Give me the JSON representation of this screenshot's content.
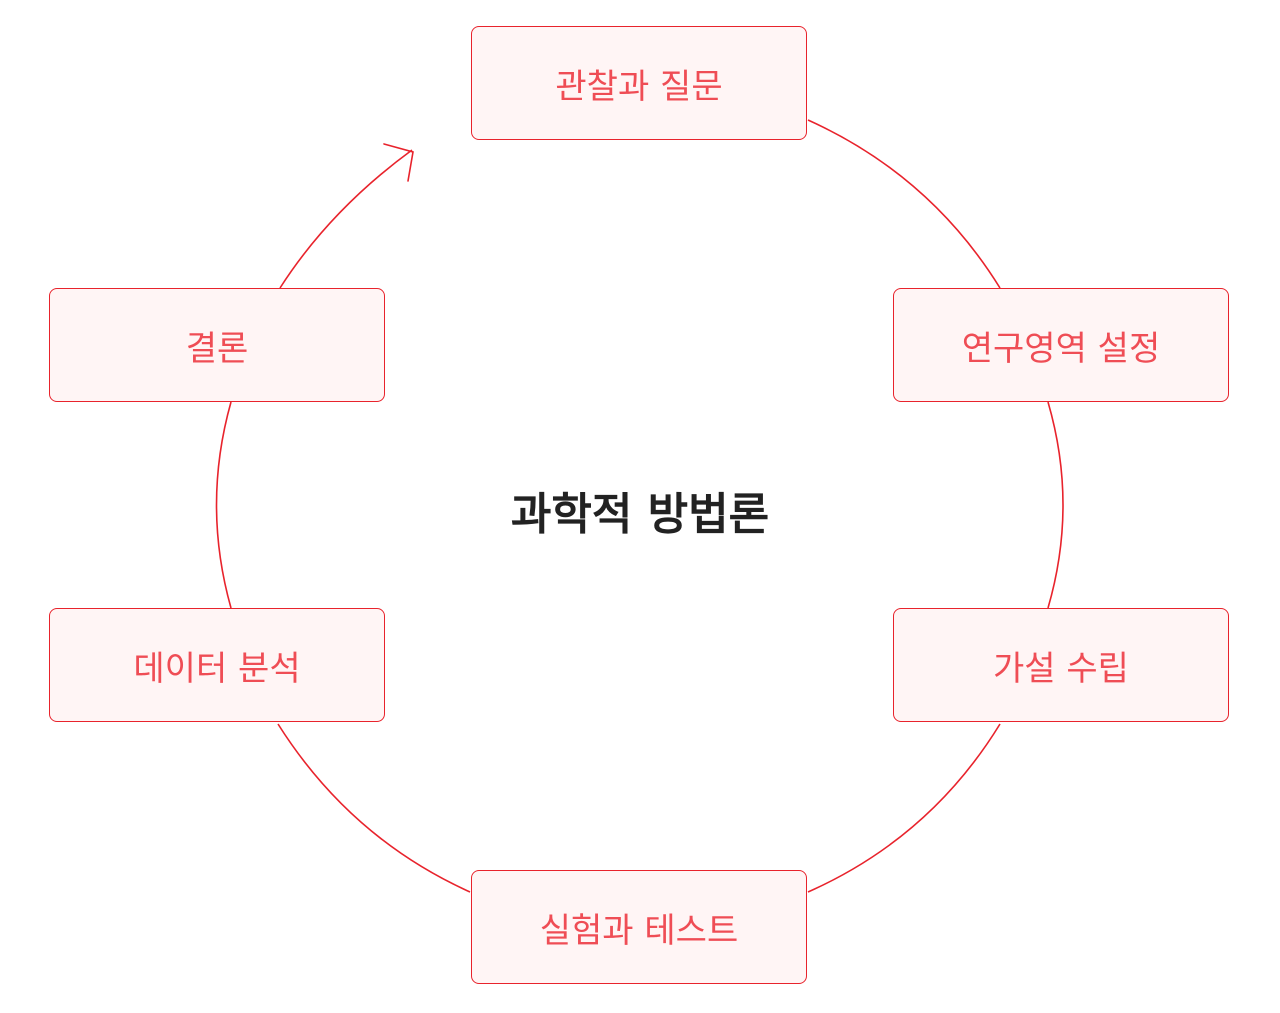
{
  "diagram": {
    "title": "과학적 방법론",
    "accent_color": "#e8232c",
    "label_color": "#ef4d55",
    "box_fill": "#fff5f5",
    "steps": [
      {
        "label": "관찰과 질문"
      },
      {
        "label": "연구영역 설정"
      },
      {
        "label": "가설 수립"
      },
      {
        "label": "실험과 테스트"
      },
      {
        "label": "데이터 분석"
      },
      {
        "label": "결론"
      }
    ]
  }
}
